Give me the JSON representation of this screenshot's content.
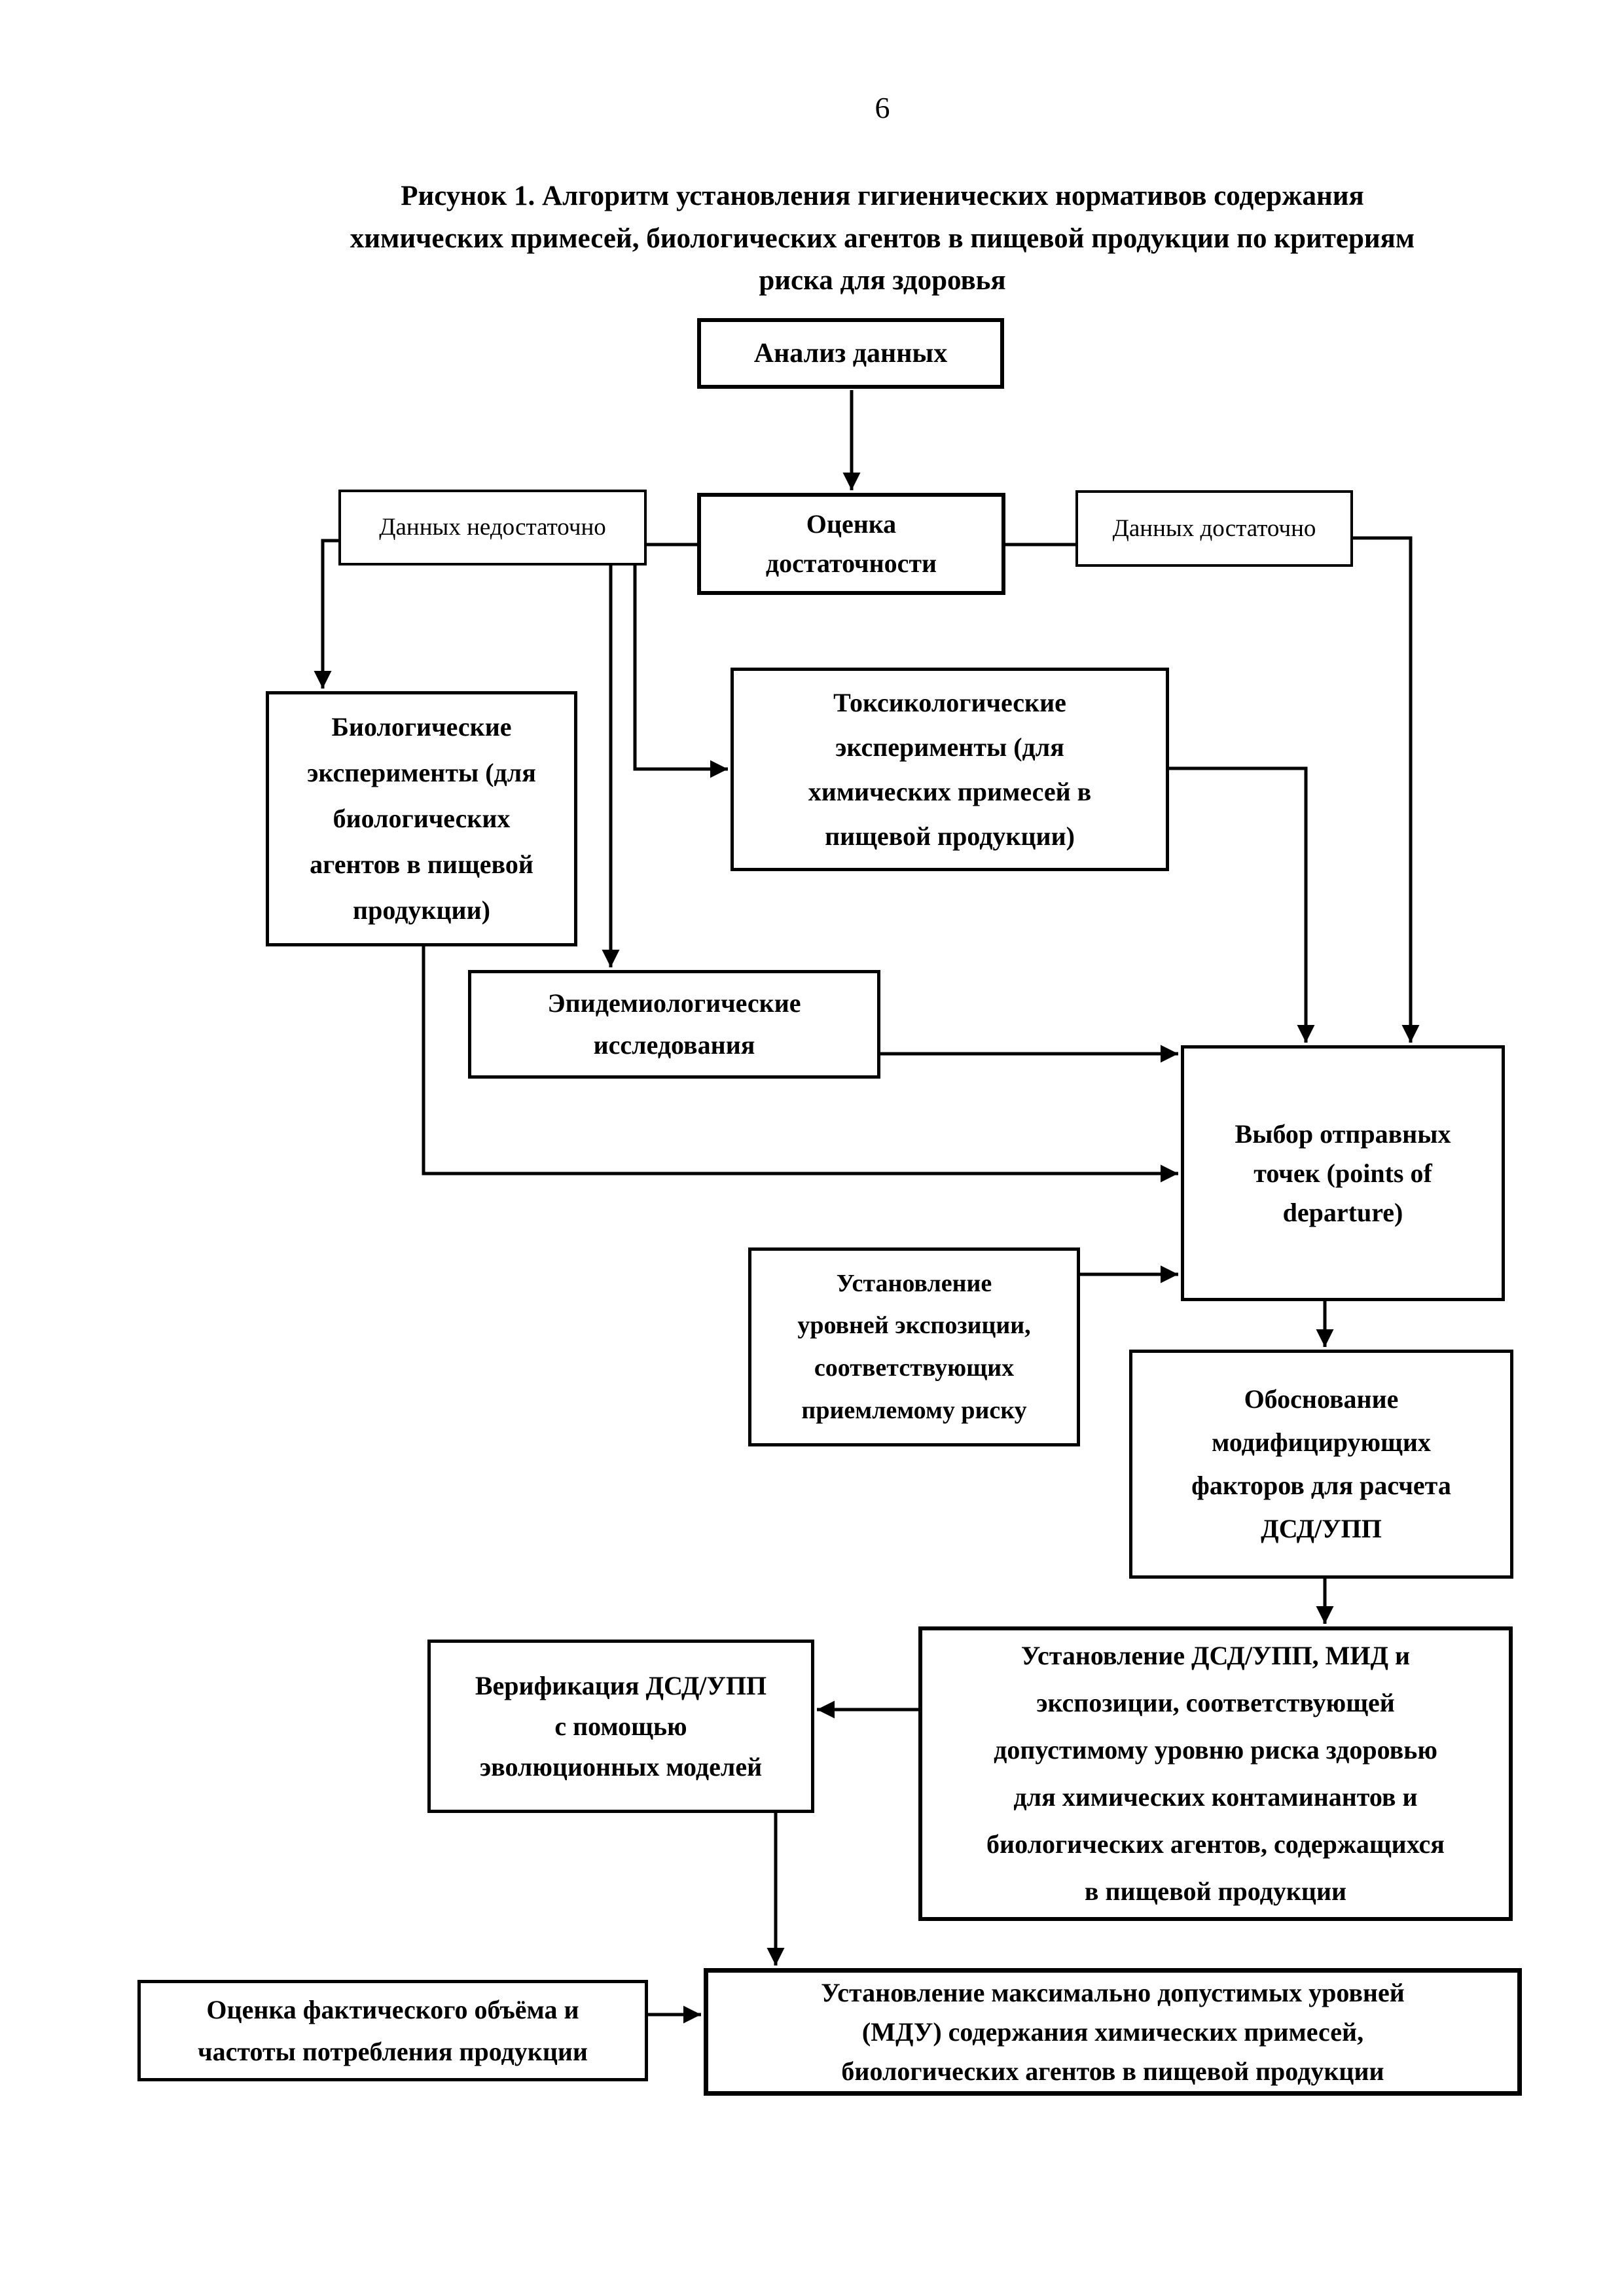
{
  "page": {
    "number": "6"
  },
  "figure": {
    "caption": "Рисунок 1. Алгоритм установления гигиенических нормативов содержания\nхимических примесей, биологических агентов в пищевой продукции по критериям\nриска для здоровья"
  },
  "nodes": {
    "analysis": {
      "label": "Анализ данных"
    },
    "insufficient_data": {
      "label": "Данных недостаточно"
    },
    "sufficiency_assessment": {
      "label": "Оценка\nдостаточности"
    },
    "sufficient_data": {
      "label": "Данных достаточно"
    },
    "biological_experiments": {
      "label": "Биологические\nэксперименты (для\nбиологических\nагентов в пищевой\nпродукции)"
    },
    "toxicological_experiments": {
      "label": "Токсикологические\nэксперименты (для\nхимических примесей в\nпищевой продукции)"
    },
    "epidemiological_studies": {
      "label": "Эпидемиологические\nисследования"
    },
    "points_of_departure": {
      "label": "Выбор отправных\nточек (points of\ndeparture)"
    },
    "exposure_levels": {
      "label": "Установление\nуровней экспозиции,\nсоответствующих\nприемлемому риску"
    },
    "modifying_factors": {
      "label": "Обоснование\nмодифицирующих\nфакторов для расчета\nДСД/УПП"
    },
    "verification": {
      "label": "Верификация ДСД/УПП\nс помощью\nэволюционных моделей"
    },
    "dsd_upp_mid": {
      "label": "Установление ДСД/УПП, МИД и\nэкспозиции, соответствующей\nдопустимому уровню риска здоровью\nдля химических контаминантов и\nбиологических агентов, содержащихся\nв пищевой продукции"
    },
    "consumption_assessment": {
      "label": "Оценка фактического объёма и\nчастоты потребления продукции"
    },
    "mdu": {
      "label": "Установление максимально допустимых уровней\n(МДУ) содержания химических примесей,\nбиологических агентов в пищевой продукции"
    }
  }
}
